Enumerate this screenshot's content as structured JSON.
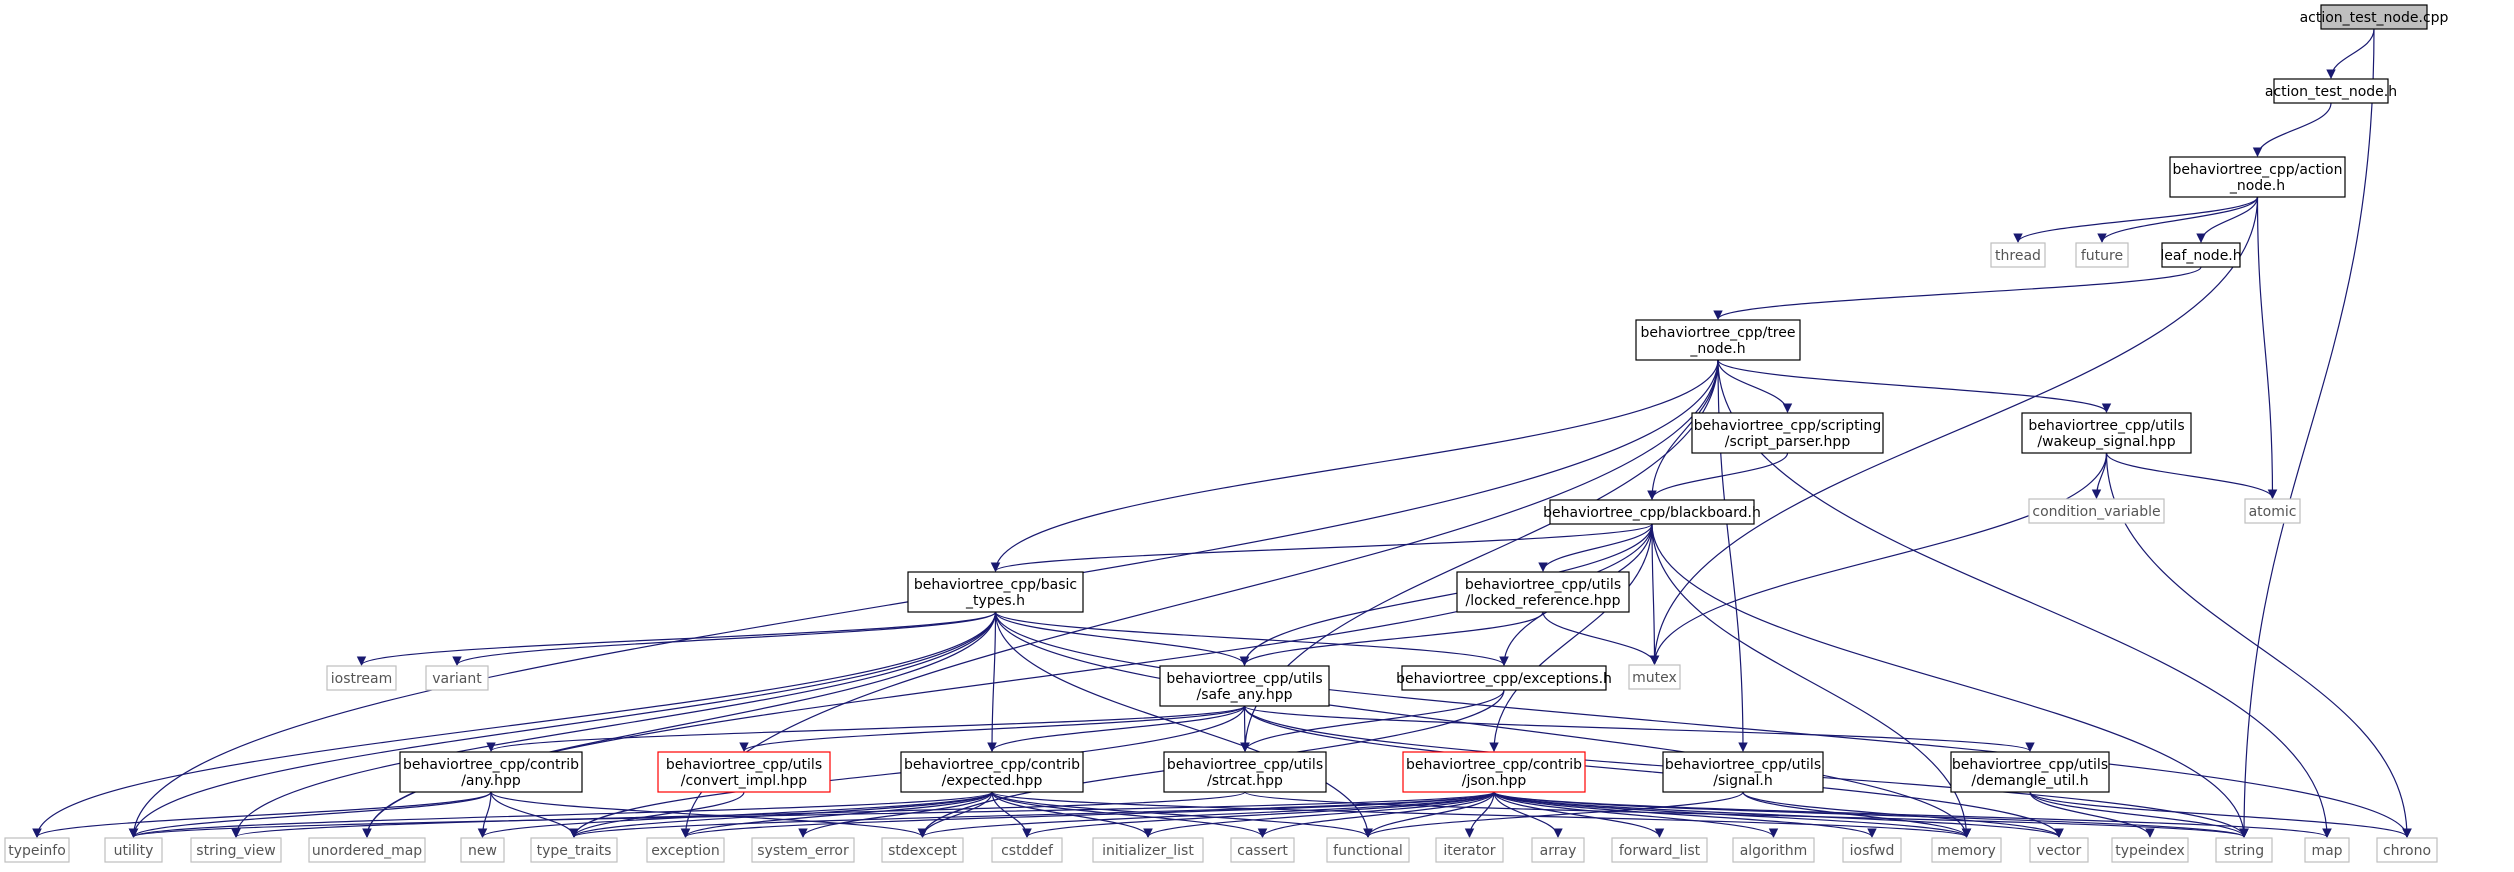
{
  "graph": {
    "nodes": [
      {
        "id": "n_action_test_node_cpp",
        "lines": [
          "action_test_node.cpp"
        ],
        "style": "root"
      },
      {
        "id": "n_action_test_node_h",
        "lines": [
          "action_test_node.h"
        ],
        "style": "normal"
      },
      {
        "id": "n_action_node_h",
        "lines": [
          "behaviortree_cpp/action",
          "_node.h"
        ],
        "style": "normal"
      },
      {
        "id": "n_thread",
        "lines": [
          "thread"
        ],
        "style": "gray"
      },
      {
        "id": "n_future",
        "lines": [
          "future"
        ],
        "style": "gray"
      },
      {
        "id": "n_leaf_node_h",
        "lines": [
          "leaf_node.h"
        ],
        "style": "normal"
      },
      {
        "id": "n_tree_node_h",
        "lines": [
          "behaviortree_cpp/tree",
          "_node.h"
        ],
        "style": "normal"
      },
      {
        "id": "n_script_parser",
        "lines": [
          "behaviortree_cpp/scripting",
          "/script_parser.hpp"
        ],
        "style": "normal"
      },
      {
        "id": "n_wakeup_signal",
        "lines": [
          "behaviortree_cpp/utils",
          "/wakeup_signal.hpp"
        ],
        "style": "normal"
      },
      {
        "id": "n_condition_variable",
        "lines": [
          "condition_variable"
        ],
        "style": "gray"
      },
      {
        "id": "n_atomic",
        "lines": [
          "atomic"
        ],
        "style": "gray"
      },
      {
        "id": "n_blackboard_h",
        "lines": [
          "behaviortree_cpp/blackboard.h"
        ],
        "style": "normal"
      },
      {
        "id": "n_basic_types",
        "lines": [
          "behaviortree_cpp/basic",
          "_types.h"
        ],
        "style": "normal"
      },
      {
        "id": "n_locked_reference",
        "lines": [
          "behaviortree_cpp/utils",
          "/locked_reference.hpp"
        ],
        "style": "normal"
      },
      {
        "id": "n_mutex",
        "lines": [
          "mutex"
        ],
        "style": "gray"
      },
      {
        "id": "n_iostream",
        "lines": [
          "iostream"
        ],
        "style": "gray"
      },
      {
        "id": "n_variant",
        "lines": [
          "variant"
        ],
        "style": "gray"
      },
      {
        "id": "n_safe_any",
        "lines": [
          "behaviortree_cpp/utils",
          "/safe_any.hpp"
        ],
        "style": "normal"
      },
      {
        "id": "n_exceptions_h",
        "lines": [
          "behaviortree_cpp/exceptions.h"
        ],
        "style": "normal"
      },
      {
        "id": "n_contrib_any",
        "lines": [
          "behaviortree_cpp/contrib",
          "/any.hpp"
        ],
        "style": "normal"
      },
      {
        "id": "n_convert_impl",
        "lines": [
          "behaviortree_cpp/utils",
          "/convert_impl.hpp"
        ],
        "style": "red"
      },
      {
        "id": "n_expected",
        "lines": [
          "behaviortree_cpp/contrib",
          "/expected.hpp"
        ],
        "style": "normal"
      },
      {
        "id": "n_strcat",
        "lines": [
          "behaviortree_cpp/utils",
          "/strcat.hpp"
        ],
        "style": "normal"
      },
      {
        "id": "n_json",
        "lines": [
          "behaviortree_cpp/contrib",
          "/json.hpp"
        ],
        "style": "red"
      },
      {
        "id": "n_signal_h",
        "lines": [
          "behaviortree_cpp/utils",
          "/signal.h"
        ],
        "style": "normal"
      },
      {
        "id": "n_demangle",
        "lines": [
          "behaviortree_cpp/utils",
          "/demangle_util.h"
        ],
        "style": "normal"
      },
      {
        "id": "n_typeinfo",
        "lines": [
          "typeinfo"
        ],
        "style": "gray"
      },
      {
        "id": "n_utility",
        "lines": [
          "utility"
        ],
        "style": "gray"
      },
      {
        "id": "n_string_view",
        "lines": [
          "string_view"
        ],
        "style": "gray"
      },
      {
        "id": "n_unordered_map",
        "lines": [
          "unordered_map"
        ],
        "style": "gray"
      },
      {
        "id": "n_new",
        "lines": [
          "new"
        ],
        "style": "gray"
      },
      {
        "id": "n_type_traits",
        "lines": [
          "type_traits"
        ],
        "style": "gray"
      },
      {
        "id": "n_exception",
        "lines": [
          "exception"
        ],
        "style": "gray"
      },
      {
        "id": "n_system_error",
        "lines": [
          "system_error"
        ],
        "style": "gray"
      },
      {
        "id": "n_stdexcept",
        "lines": [
          "stdexcept"
        ],
        "style": "gray"
      },
      {
        "id": "n_cstddef",
        "lines": [
          "cstddef"
        ],
        "style": "gray"
      },
      {
        "id": "n_initializer_list",
        "lines": [
          "initializer_list"
        ],
        "style": "gray"
      },
      {
        "id": "n_cassert",
        "lines": [
          "cassert"
        ],
        "style": "gray"
      },
      {
        "id": "n_functional",
        "lines": [
          "functional"
        ],
        "style": "gray"
      },
      {
        "id": "n_iterator",
        "lines": [
          "iterator"
        ],
        "style": "gray"
      },
      {
        "id": "n_array",
        "lines": [
          "array"
        ],
        "style": "gray"
      },
      {
        "id": "n_forward_list",
        "lines": [
          "forward_list"
        ],
        "style": "gray"
      },
      {
        "id": "n_algorithm",
        "lines": [
          "algorithm"
        ],
        "style": "gray"
      },
      {
        "id": "n_iosfwd",
        "lines": [
          "iosfwd"
        ],
        "style": "gray"
      },
      {
        "id": "n_memory",
        "lines": [
          "memory"
        ],
        "style": "gray"
      },
      {
        "id": "n_vector",
        "lines": [
          "vector"
        ],
        "style": "gray"
      },
      {
        "id": "n_typeindex",
        "lines": [
          "typeindex"
        ],
        "style": "gray"
      },
      {
        "id": "n_string",
        "lines": [
          "string"
        ],
        "style": "gray"
      },
      {
        "id": "n_map",
        "lines": [
          "map"
        ],
        "style": "gray"
      },
      {
        "id": "n_chrono",
        "lines": [
          "chrono"
        ],
        "style": "gray"
      }
    ],
    "edges": [
      [
        "n_action_test_node_cpp",
        "n_action_test_node_h"
      ],
      [
        "n_action_test_node_cpp",
        "n_string"
      ],
      [
        "n_action_test_node_h",
        "n_action_node_h"
      ],
      [
        "n_action_node_h",
        "n_thread"
      ],
      [
        "n_action_node_h",
        "n_future"
      ],
      [
        "n_action_node_h",
        "n_leaf_node_h"
      ],
      [
        "n_action_node_h",
        "n_atomic"
      ],
      [
        "n_action_node_h",
        "n_mutex"
      ],
      [
        "n_leaf_node_h",
        "n_tree_node_h"
      ],
      [
        "n_tree_node_h",
        "n_utility"
      ],
      [
        "n_tree_node_h",
        "n_exception"
      ],
      [
        "n_tree_node_h",
        "n_basic_types"
      ],
      [
        "n_tree_node_h",
        "n_strcat"
      ],
      [
        "n_tree_node_h",
        "n_blackboard_h"
      ],
      [
        "n_tree_node_h",
        "n_script_parser"
      ],
      [
        "n_tree_node_h",
        "n_signal_h"
      ],
      [
        "n_tree_node_h",
        "n_wakeup_signal"
      ],
      [
        "n_tree_node_h",
        "n_map"
      ],
      [
        "n_script_parser",
        "n_blackboard_h"
      ],
      [
        "n_wakeup_signal",
        "n_condition_variable"
      ],
      [
        "n_wakeup_signal",
        "n_atomic"
      ],
      [
        "n_wakeup_signal",
        "n_mutex"
      ],
      [
        "n_wakeup_signal",
        "n_chrono"
      ],
      [
        "n_blackboard_h",
        "n_basic_types"
      ],
      [
        "n_blackboard_h",
        "n_locked_reference"
      ],
      [
        "n_blackboard_h",
        "n_safe_any"
      ],
      [
        "n_blackboard_h",
        "n_exceptions_h"
      ],
      [
        "n_blackboard_h",
        "n_json"
      ],
      [
        "n_blackboard_h",
        "n_unordered_map"
      ],
      [
        "n_blackboard_h",
        "n_mutex"
      ],
      [
        "n_blackboard_h",
        "n_string"
      ],
      [
        "n_blackboard_h",
        "n_memory"
      ],
      [
        "n_locked_reference",
        "n_safe_any"
      ],
      [
        "n_locked_reference",
        "n_mutex"
      ],
      [
        "n_basic_types",
        "n_iostream"
      ],
      [
        "n_basic_types",
        "n_variant"
      ],
      [
        "n_basic_types",
        "n_typeinfo"
      ],
      [
        "n_basic_types",
        "n_utility"
      ],
      [
        "n_basic_types",
        "n_string_view"
      ],
      [
        "n_basic_types",
        "n_unordered_map"
      ],
      [
        "n_basic_types",
        "n_safe_any"
      ],
      [
        "n_basic_types",
        "n_exceptions_h"
      ],
      [
        "n_basic_types",
        "n_expected"
      ],
      [
        "n_basic_types",
        "n_functional"
      ],
      [
        "n_basic_types",
        "n_chrono"
      ],
      [
        "n_basic_types",
        "n_memory"
      ],
      [
        "n_safe_any",
        "n_contrib_any"
      ],
      [
        "n_safe_any",
        "n_convert_impl"
      ],
      [
        "n_safe_any",
        "n_expected"
      ],
      [
        "n_safe_any",
        "n_strcat"
      ],
      [
        "n_safe_any",
        "n_demangle"
      ],
      [
        "n_safe_any",
        "n_type_traits"
      ],
      [
        "n_safe_any",
        "n_string"
      ],
      [
        "n_safe_any",
        "n_vector"
      ],
      [
        "n_exceptions_h",
        "n_strcat"
      ],
      [
        "n_exceptions_h",
        "n_stdexcept"
      ],
      [
        "n_contrib_any",
        "n_typeinfo"
      ],
      [
        "n_contrib_any",
        "n_utility"
      ],
      [
        "n_contrib_any",
        "n_new"
      ],
      [
        "n_contrib_any",
        "n_type_traits"
      ],
      [
        "n_contrib_any",
        "n_stdexcept"
      ],
      [
        "n_convert_impl",
        "n_type_traits"
      ],
      [
        "n_expected",
        "n_utility"
      ],
      [
        "n_expected",
        "n_new"
      ],
      [
        "n_expected",
        "n_type_traits"
      ],
      [
        "n_expected",
        "n_exception"
      ],
      [
        "n_expected",
        "n_system_error"
      ],
      [
        "n_expected",
        "n_stdexcept"
      ],
      [
        "n_expected",
        "n_cstddef"
      ],
      [
        "n_expected",
        "n_initializer_list"
      ],
      [
        "n_expected",
        "n_cassert"
      ],
      [
        "n_expected",
        "n_functional"
      ],
      [
        "n_expected",
        "n_memory"
      ],
      [
        "n_strcat",
        "n_string"
      ],
      [
        "n_strcat",
        "n_string_view"
      ],
      [
        "n_json",
        "n_utility"
      ],
      [
        "n_json",
        "n_type_traits"
      ],
      [
        "n_json",
        "n_exception"
      ],
      [
        "n_json",
        "n_stdexcept"
      ],
      [
        "n_json",
        "n_cstddef"
      ],
      [
        "n_json",
        "n_initializer_list"
      ],
      [
        "n_json",
        "n_cassert"
      ],
      [
        "n_json",
        "n_functional"
      ],
      [
        "n_json",
        "n_iterator"
      ],
      [
        "n_json",
        "n_array"
      ],
      [
        "n_json",
        "n_forward_list"
      ],
      [
        "n_json",
        "n_algorithm"
      ],
      [
        "n_json",
        "n_iosfwd"
      ],
      [
        "n_json",
        "n_memory"
      ],
      [
        "n_json",
        "n_vector"
      ],
      [
        "n_json",
        "n_string"
      ],
      [
        "n_json",
        "n_map"
      ],
      [
        "n_signal_h",
        "n_functional"
      ],
      [
        "n_signal_h",
        "n_memory"
      ],
      [
        "n_signal_h",
        "n_vector"
      ],
      [
        "n_demangle",
        "n_typeindex"
      ],
      [
        "n_demangle",
        "n_string"
      ],
      [
        "n_demangle",
        "n_chrono"
      ]
    ]
  }
}
